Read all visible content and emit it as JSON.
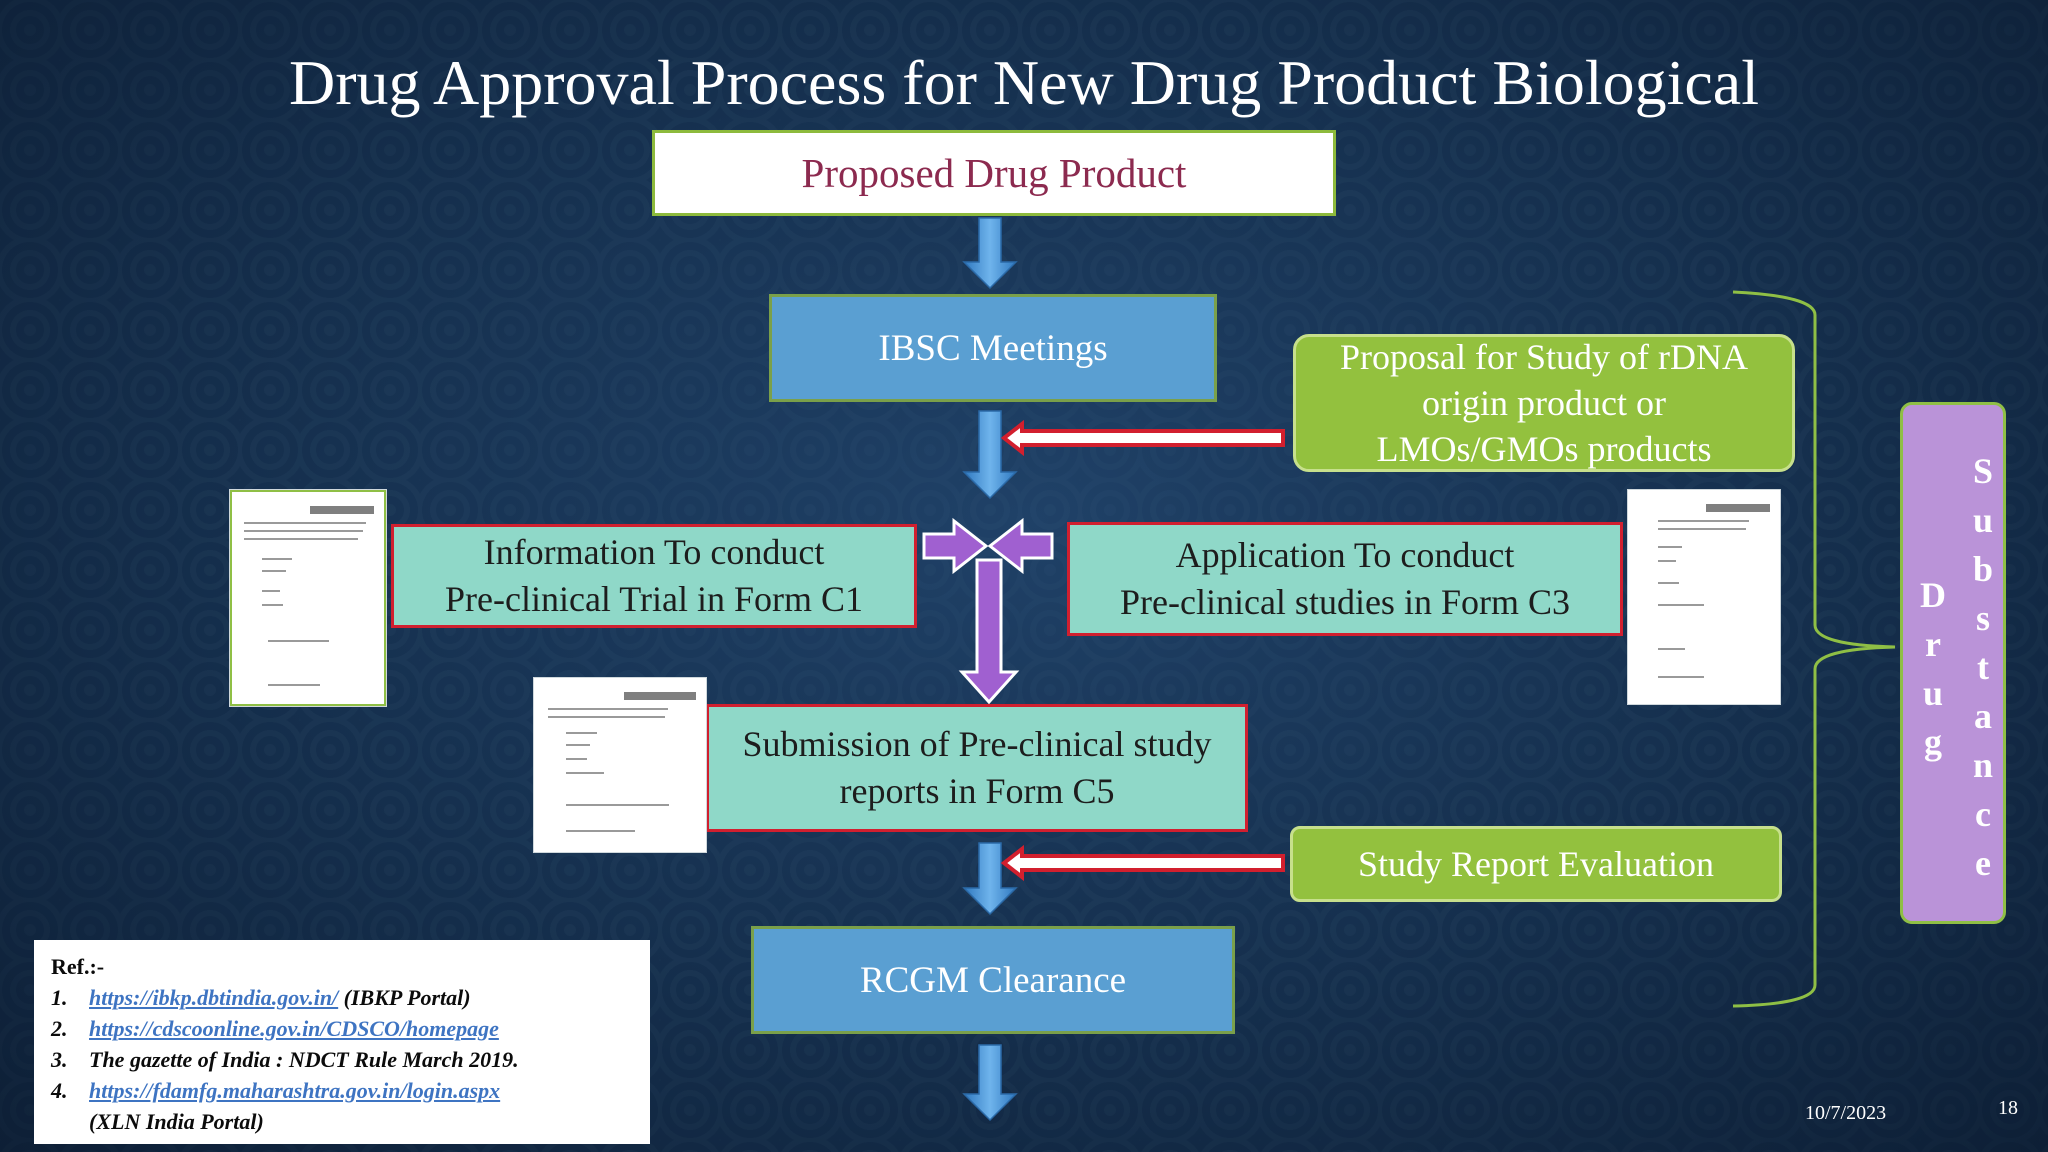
{
  "title": "Drug Approval Process for New Drug Product Biological",
  "nodes": {
    "proposed": "Proposed Drug Product",
    "ibsc": "IBSC Meetings",
    "proposal_line1": "Proposal for Study of rDNA",
    "proposal_line2": "origin product or",
    "proposal_line3": "LMOs/GMOs products",
    "info_line1": "Information To conduct",
    "info_line2": "Pre-clinical Trial in Form C1",
    "app_line1": "Application To conduct",
    "app_line2": "Pre-clinical studies in Form C3",
    "submission_line1": "Submission of Pre-clinical study",
    "submission_line2": "reports in Form C5",
    "evaluation": "Study Report Evaluation",
    "rcgm": "RCGM Clearance"
  },
  "drug_substance": {
    "word1": [
      "D",
      "r",
      "u",
      "g"
    ],
    "word2": [
      "S",
      "u",
      "b",
      "s",
      "t",
      "a",
      "n",
      "c",
      "e"
    ]
  },
  "references": {
    "heading": "Ref.:-",
    "items": [
      {
        "num": "1.",
        "link": "https://ibkp.dbtindia.gov.in/",
        "suffix": " (IBKP Portal)"
      },
      {
        "num": "2.",
        "link": "https://cdscoonline.gov.in/CDSCO/homepage",
        "suffix": ""
      },
      {
        "num": "3.",
        "text": "The gazette of India : NDCT Rule March 2019."
      },
      {
        "num": "4.",
        "link": "https://fdamfg.maharashtra.gov.in/login.aspx",
        "suffix": ""
      }
    ],
    "extra": "(XLN India Portal)"
  },
  "footer": {
    "date": "10/7/2023",
    "page": "18"
  },
  "colors": {
    "background": "#16314f",
    "blue_arrow": "#4f97d6",
    "purple_arrow": "#a060d0",
    "red_arrow": "#d21f2e",
    "green": "#93c13e",
    "teal": "#8fd8c8",
    "purple_box": "#ba93d8"
  },
  "icons": [
    "document-icon"
  ]
}
